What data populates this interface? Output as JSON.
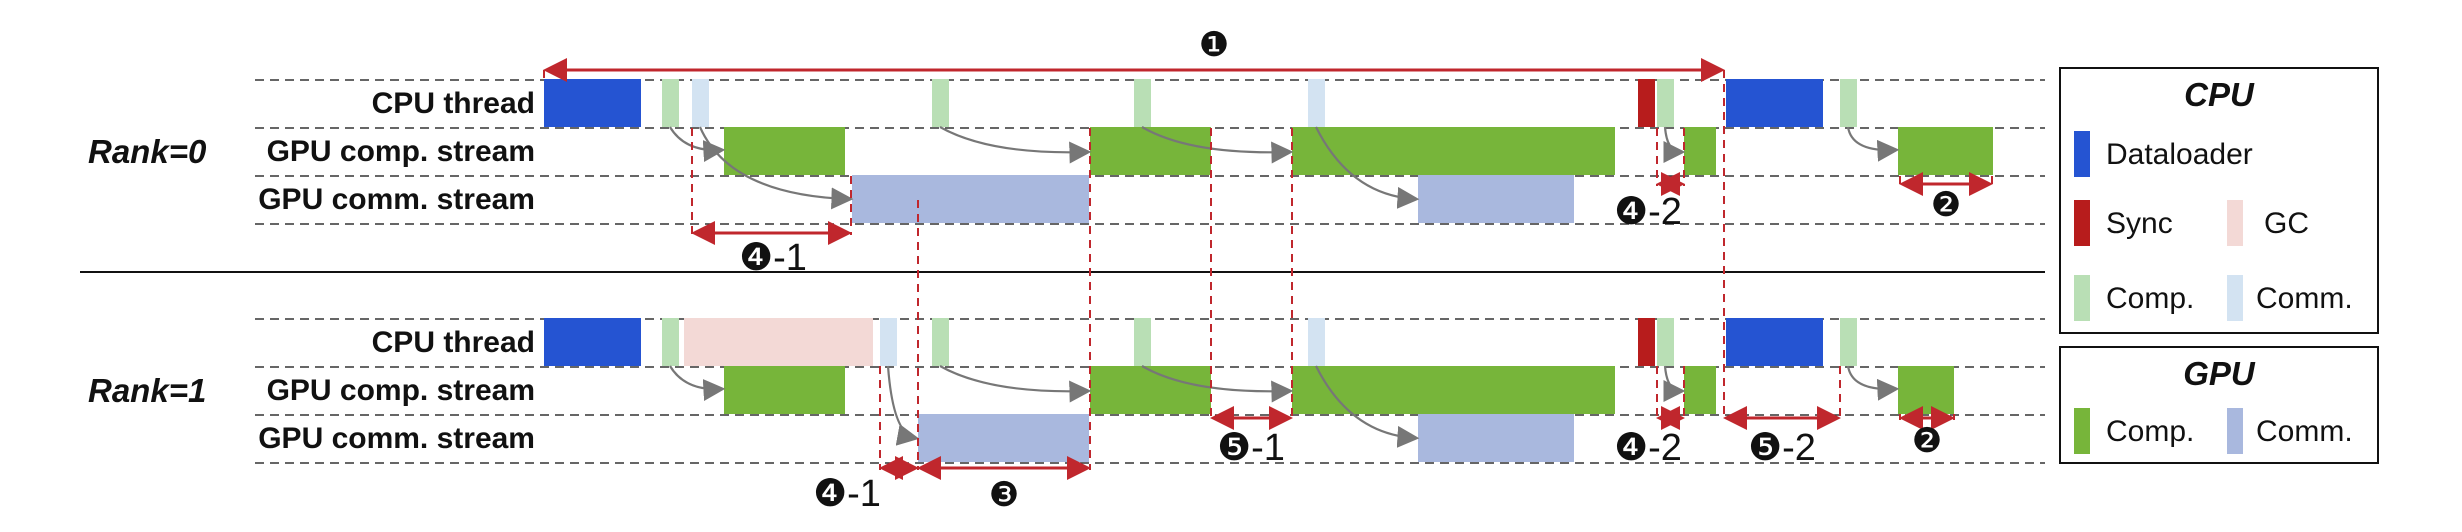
{
  "colors": {
    "dataloader": "#2554d2",
    "sync": "#b71c1c",
    "gc": "#f3d9d6",
    "cpu_comp": "#b9dfb5",
    "cpu_comm": "#d3e3f2",
    "gpu_comp": "#77b53a",
    "gpu_comm": "#a9b8de",
    "annotation": "#c0272d",
    "arrow": "#777777"
  },
  "rows": {
    "cpu_thread": "CPU thread",
    "gpu_comp_stream": "GPU comp. stream",
    "gpu_comm_stream": "GPU comm. stream"
  },
  "ranks": [
    {
      "label": "Rank=0"
    },
    {
      "label": "Rank=1"
    }
  ],
  "annotations": {
    "a1": "❶",
    "a2": "❷",
    "a3": "❸",
    "a4_1": "❹-1",
    "a4_2": "❹-2",
    "a5_1": "❺-1",
    "a5_2": "❺-2"
  },
  "legend": {
    "cpu": {
      "title": "CPU",
      "items": [
        {
          "name": "dataloader",
          "label": "Dataloader"
        },
        {
          "name": "sync",
          "label": "Sync"
        },
        {
          "name": "gc",
          "label": "GC"
        },
        {
          "name": "comp",
          "label": "Comp."
        },
        {
          "name": "comm",
          "label": "Comm."
        }
      ]
    },
    "gpu": {
      "title": "GPU",
      "items": [
        {
          "name": "comp",
          "label": "Comp."
        },
        {
          "name": "comm",
          "label": "Comm."
        }
      ]
    }
  }
}
